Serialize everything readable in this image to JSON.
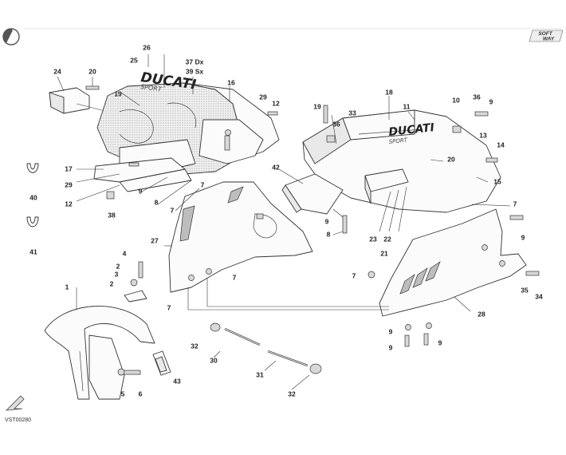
{
  "drawing_code": "VST00280",
  "logo": {
    "line1": "SOFT",
    "line2": "WAY"
  },
  "decal_brand": "DUCATI",
  "decal_sub": "SPORT",
  "callouts": [
    "1",
    "2",
    "2",
    "3",
    "4",
    "5",
    "6",
    "7",
    "7",
    "7",
    "7",
    "7",
    "7",
    "8",
    "8",
    "9",
    "9",
    "9",
    "9",
    "9",
    "9",
    "9",
    "10",
    "11",
    "12",
    "12",
    "13",
    "14",
    "15",
    "16",
    "17",
    "18",
    "19",
    "19",
    "20",
    "20",
    "21",
    "22",
    "23",
    "24",
    "25",
    "26",
    "27",
    "28",
    "29",
    "29",
    "30",
    "31",
    "32",
    "32",
    "33",
    "34",
    "35",
    "36",
    "36",
    "37 Dx",
    "39 Sx",
    "38",
    "40",
    "41",
    "42",
    "43"
  ]
}
